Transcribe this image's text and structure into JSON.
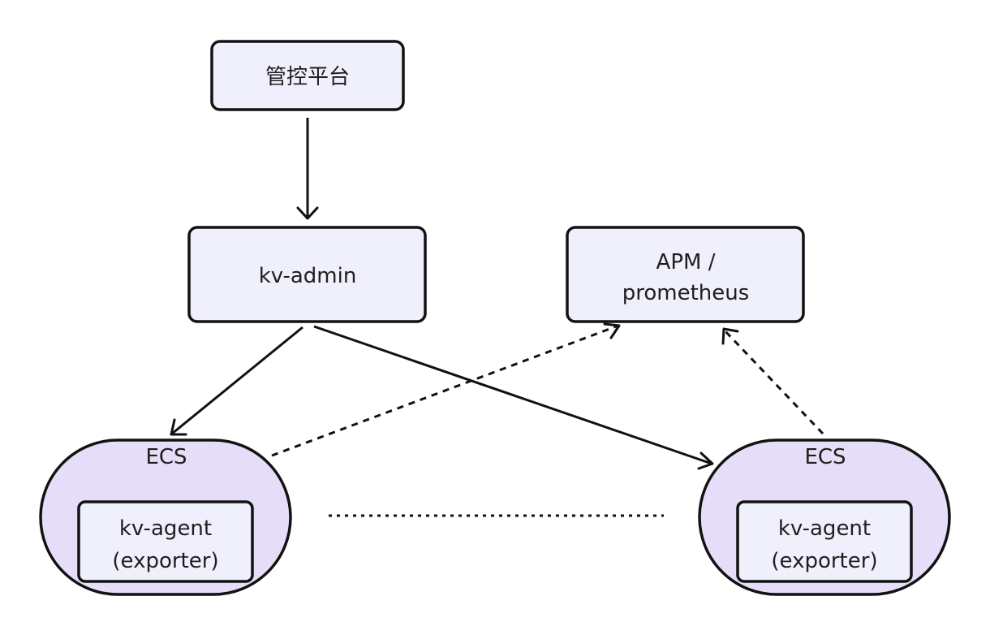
{
  "nodes": {
    "control_platform": {
      "label": "管控平台"
    },
    "kv_admin": {
      "label": "kv-admin"
    },
    "apm": {
      "lines": [
        "APM /",
        "prometheus"
      ]
    },
    "ecs_left": {
      "label": "ECS",
      "agent": {
        "lines": [
          "kv-agent",
          "(exporter)"
        ]
      }
    },
    "ecs_right": {
      "label": "ECS",
      "agent": {
        "lines": [
          "kv-agent",
          "(exporter)"
        ]
      }
    }
  },
  "edges": [
    {
      "from": "control_platform",
      "to": "kv_admin",
      "style": "solid"
    },
    {
      "from": "kv_admin",
      "to": "ecs_left",
      "style": "solid"
    },
    {
      "from": "kv_admin",
      "to": "ecs_right",
      "style": "solid"
    },
    {
      "from": "ecs_left",
      "to": "apm",
      "style": "dashed"
    },
    {
      "from": "ecs_right",
      "to": "apm",
      "style": "dashed"
    },
    {
      "from": "ecs_left",
      "to": "ecs_right",
      "style": "dotted"
    }
  ],
  "colors": {
    "box_fill": "#f0f0fd",
    "ecs_fill": "#e6ddf8",
    "stroke": "#121212",
    "text": "#1e1e1e"
  }
}
